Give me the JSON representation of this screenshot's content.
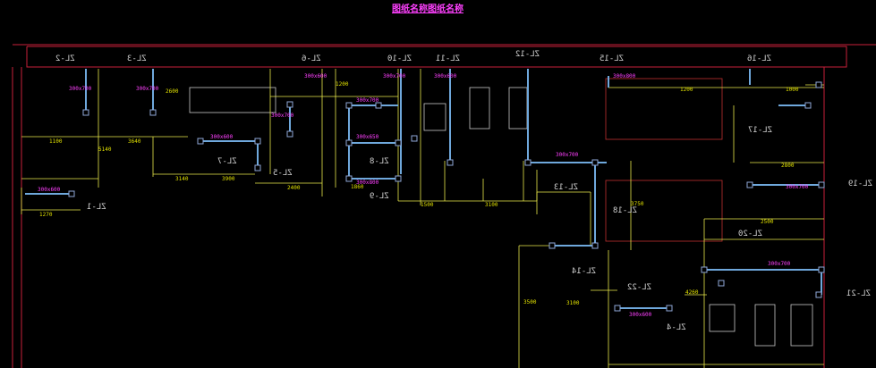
{
  "title": "图纸名称图纸名称",
  "colors": {
    "background": "#000000",
    "frame": "#c8203a",
    "wall": "#e8e84a",
    "beam": "#6fa8dc",
    "node": "#3a5aa0",
    "text_marker": "#d0d0d0",
    "text_note": "#ff40ff",
    "hatch_box": "#c03030"
  },
  "tags": [
    "ZL-2",
    "ZL-3",
    "ZL-6",
    "ZL-10",
    "ZL-11",
    "ZL-12",
    "ZL-15",
    "ZL-16",
    "ZL-17",
    "ZL-7",
    "ZL-5",
    "ZL-8",
    "ZL-9",
    "ZL-13",
    "ZL-18",
    "ZL-1",
    "ZL-19",
    "ZL-20",
    "ZL-14",
    "ZL-21",
    "ZL-22",
    "ZL-4"
  ],
  "dims": [
    "1100",
    "3640",
    "1270",
    "3140",
    "3900",
    "2400",
    "1860",
    "1500",
    "3100",
    "1200",
    "2800",
    "2500",
    "3100",
    "4260",
    "3500",
    "5140",
    "2600",
    "1200",
    "3750",
    "1000"
  ],
  "notes": [
    "300x700",
    "300x700",
    "300x600",
    "300x600",
    "300x700",
    "300x600",
    "300x700",
    "300x650",
    "300x800",
    "300x700",
    "300x600",
    "300x700",
    "300x800",
    "300x700",
    "300x700",
    "300x600"
  ]
}
